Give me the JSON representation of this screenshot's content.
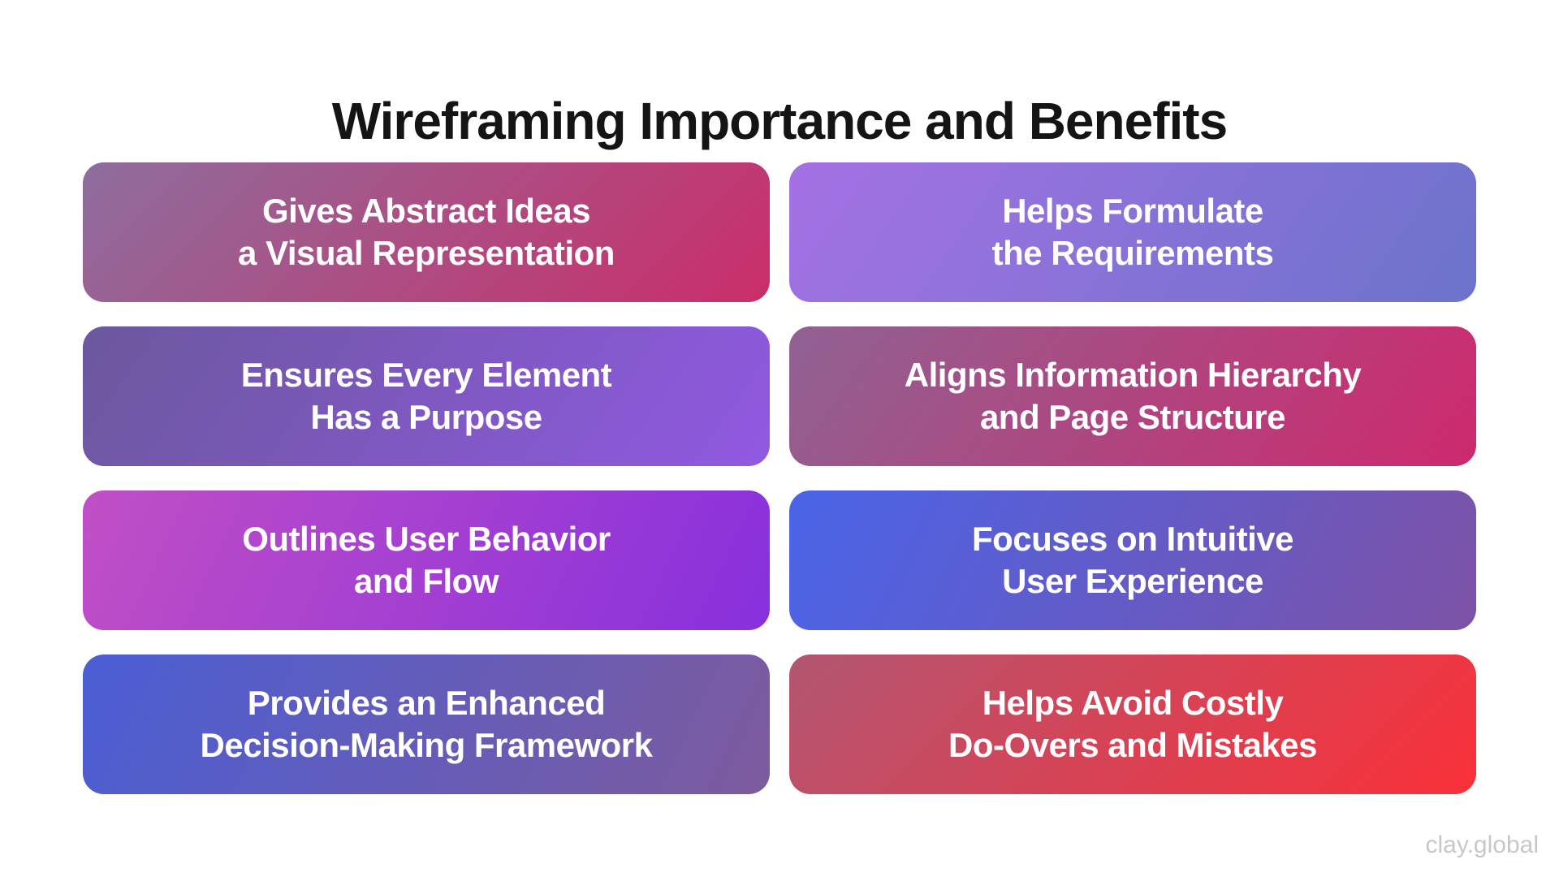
{
  "page": {
    "title": "Wireframing Importance and Benefits",
    "watermark": "clay.global",
    "background_color": "#ffffff",
    "title_color": "#141414",
    "card_text_color": "#ffffff",
    "watermark_color": "#c8c8c8"
  },
  "cards": [
    {
      "name": "gives-abstract-ideas",
      "line1": "Gives Abstract Ideas",
      "line2": "a Visual Representation",
      "gradient": {
        "angle": "135deg",
        "start": "#8e6e9d",
        "end": "#cb2d69"
      }
    },
    {
      "name": "helps-formulate-requirements",
      "line1": "Helps Formulate",
      "line2": "the Requirements",
      "gradient": {
        "angle": "125deg",
        "start": "#a571e4",
        "end": "#6c73cc"
      }
    },
    {
      "name": "ensures-element-purpose",
      "line1": "Ensures Every Element",
      "line2": "Has a Purpose",
      "gradient": {
        "angle": "125deg",
        "start": "#6b589d",
        "end": "#9159e2"
      }
    },
    {
      "name": "aligns-information-hierarchy",
      "line1": "Aligns Information Hierarchy",
      "line2": "and Page Structure",
      "gradient": {
        "angle": "125deg",
        "start": "#906292",
        "end": "#ce296d"
      }
    },
    {
      "name": "outlines-user-behavior",
      "line1": "Outlines User Behavior",
      "line2": "and Flow",
      "gradient": {
        "angle": "115deg",
        "start": "#c14fc6",
        "end": "#8730dd"
      }
    },
    {
      "name": "focuses-intuitive-ux",
      "line1": "Focuses on Intuitive",
      "line2": "User Experience",
      "gradient": {
        "angle": "115deg",
        "start": "#4a64e8",
        "end": "#7d52a6"
      }
    },
    {
      "name": "enhanced-decision-framework",
      "line1": "Provides an Enhanced",
      "line2": "Decision-Making Framework",
      "gradient": {
        "angle": "115deg",
        "start": "#4a5ed4",
        "end": "#7e5b9e"
      }
    },
    {
      "name": "avoids-costly-mistakes",
      "line1": "Helps Avoid Costly",
      "line2": "Do-Overs and Mistakes",
      "gradient": {
        "angle": "135deg",
        "start": "#b25672",
        "end": "#fa3038"
      }
    }
  ]
}
